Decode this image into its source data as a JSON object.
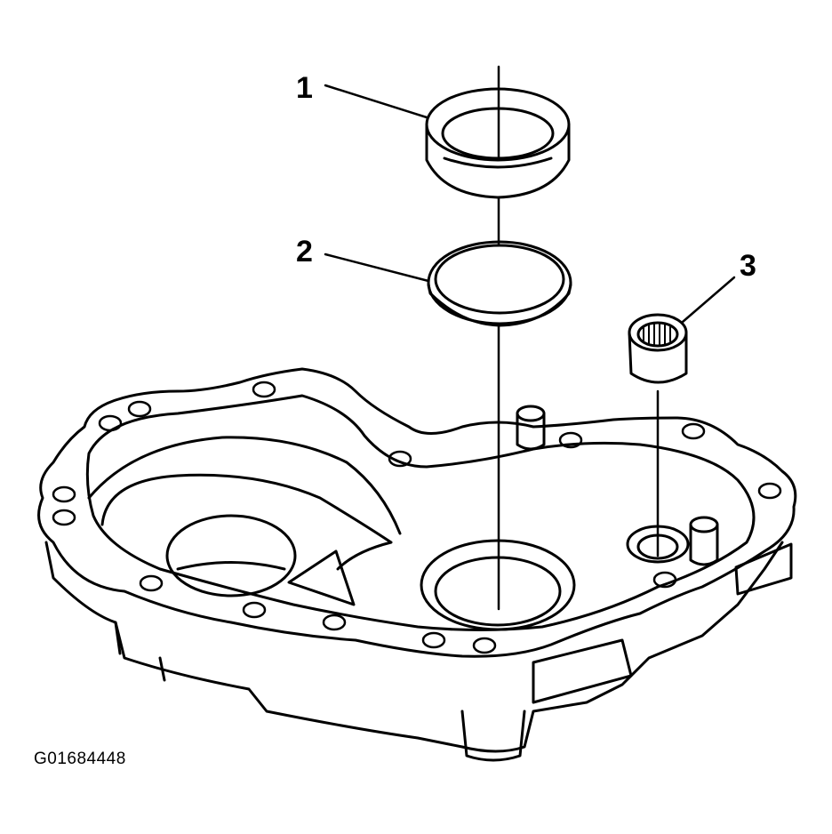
{
  "callouts": [
    {
      "id": "1",
      "label": "1"
    },
    {
      "id": "2",
      "label": "2"
    },
    {
      "id": "3",
      "label": "3"
    }
  ],
  "figure_id": "G01684448",
  "colors": {
    "line": "#000000",
    "background": "#ffffff"
  }
}
